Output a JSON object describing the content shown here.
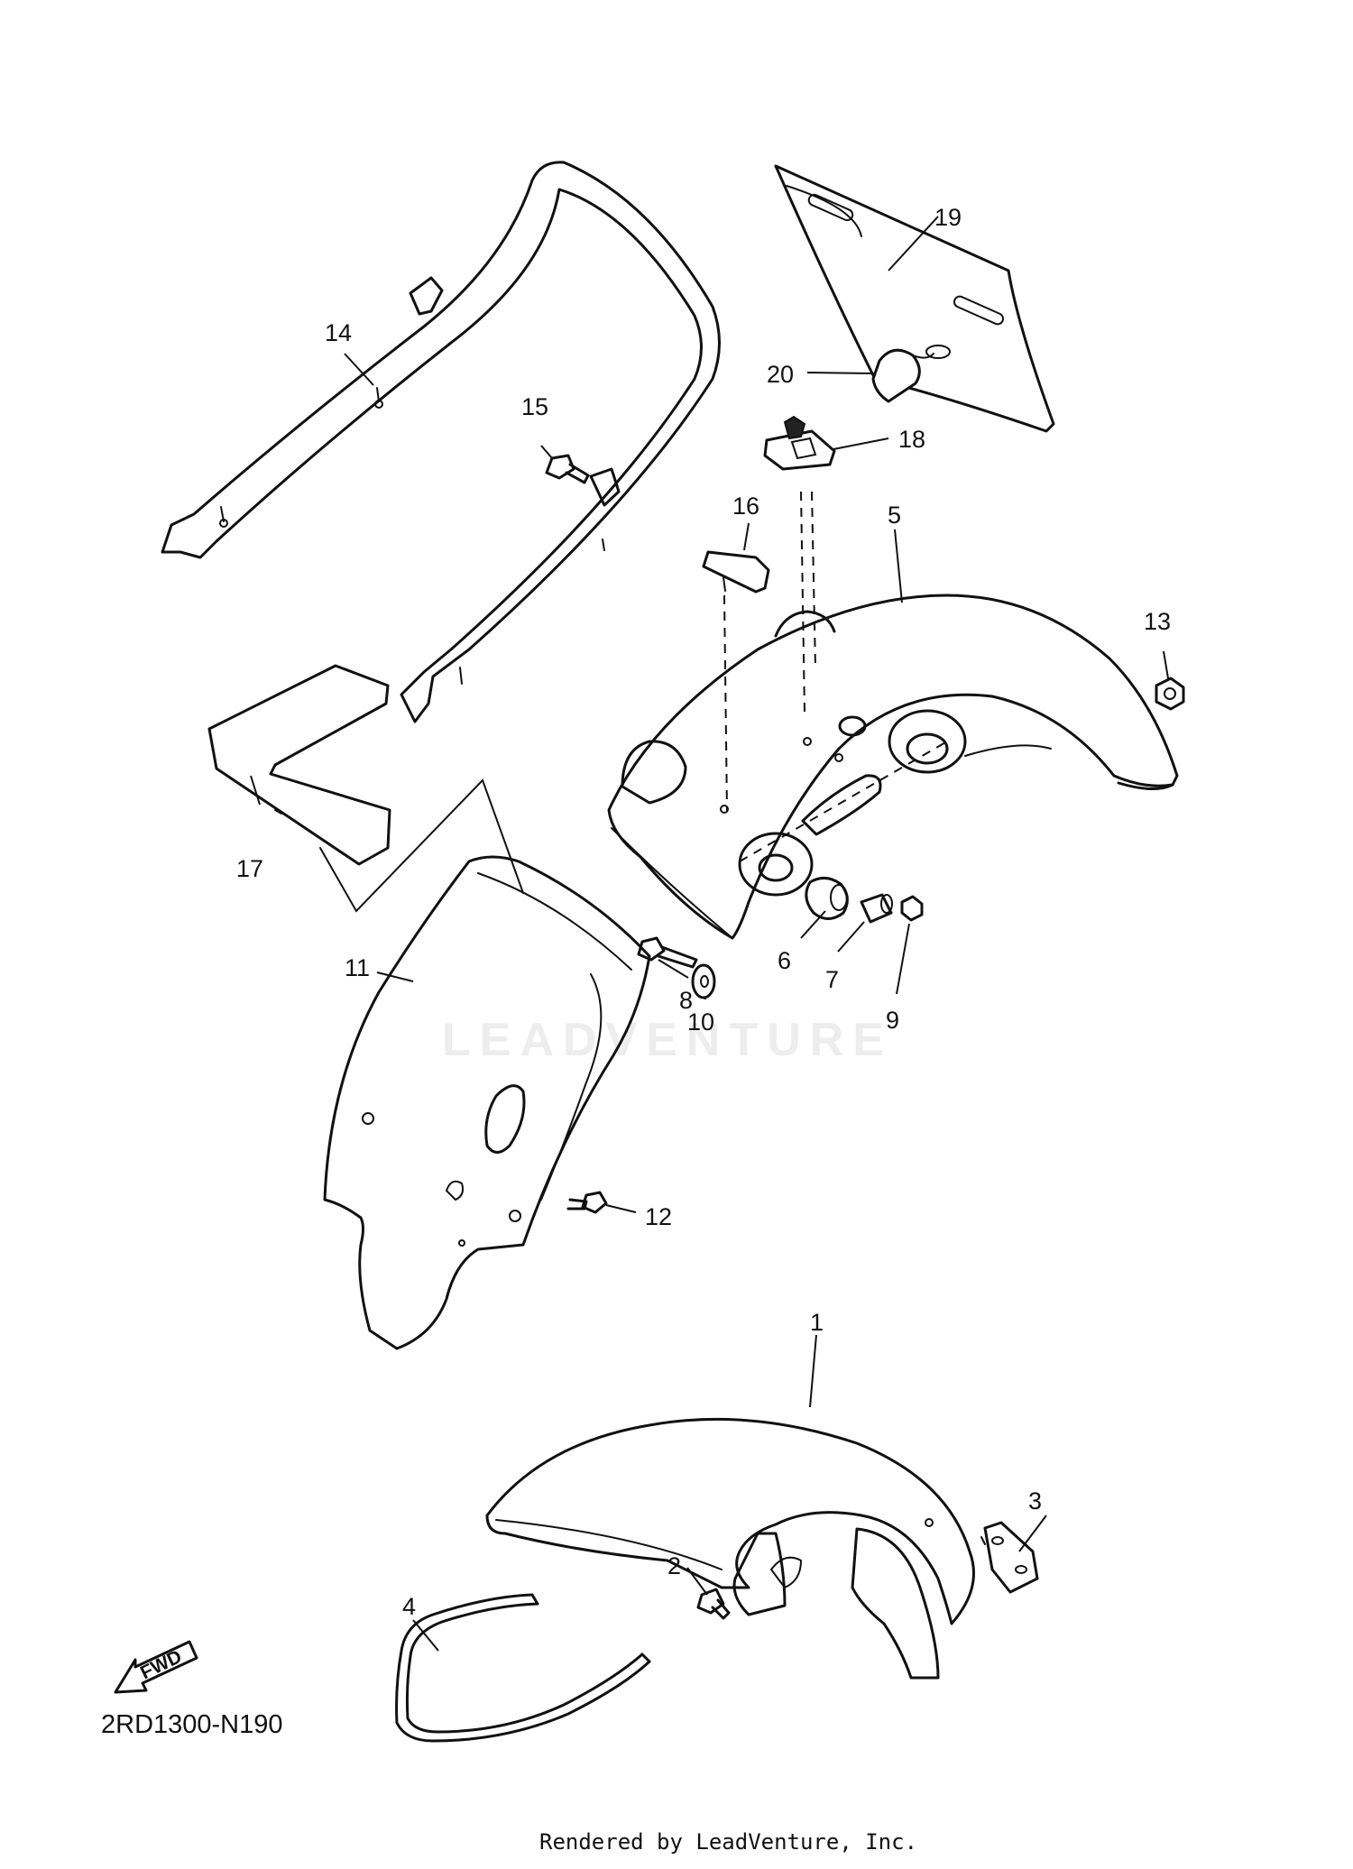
{
  "diagram_code": "2RD1300-N190",
  "watermark": "LEADVENTURE",
  "footer": "Rendered by LeadVenture, Inc.",
  "fwd_label": "FWD",
  "callouts": {
    "c1": "1",
    "c2": "2",
    "c3": "3",
    "c4": "4",
    "c5": "5",
    "c6": "6",
    "c7": "7",
    "c8": "8",
    "c9": "9",
    "c10": "10",
    "c11": "11",
    "c12": "12",
    "c13": "13",
    "c14": "14",
    "c15": "15",
    "c16": "16",
    "c17": "17",
    "c18": "18",
    "c19": "19",
    "c20": "20"
  }
}
